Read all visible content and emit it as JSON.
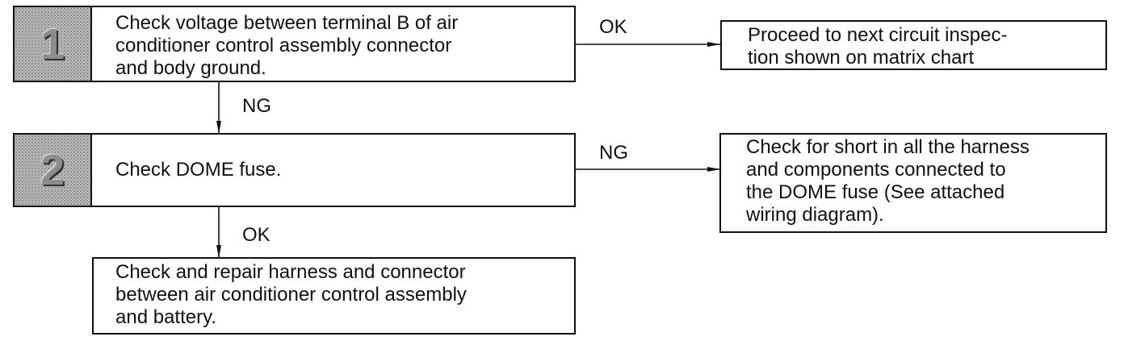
{
  "steps": [
    {
      "number": "1",
      "text": "Check voltage between terminal B of air\nconditioner control assembly connector\nand body ground."
    },
    {
      "number": "2",
      "text": "Check DOME fuse."
    }
  ],
  "outcomes": {
    "step1_ok": "Proceed to next circuit inspec-\ntion shown on matrix chart",
    "step2_ng": "Check for short in all the harness\nand components connected to\nthe DOME fuse (See attached\nwiring diagram).",
    "step2_ok": "Check and repair harness and connector\nbetween air conditioner control assembly\nand battery."
  },
  "labels": {
    "step1_right": "OK",
    "step1_down": "NG",
    "step2_right": "NG",
    "step2_down": "OK"
  }
}
